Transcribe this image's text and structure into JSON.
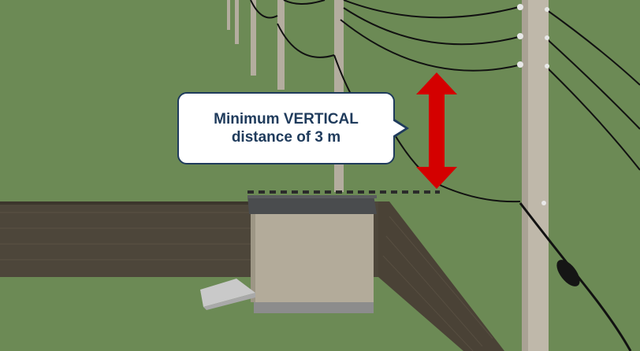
{
  "callout": {
    "line1": "Minimum VERTICAL",
    "line2": "distance of 3 m"
  },
  "colors": {
    "ground": "#6c8a55",
    "pole": "#bfb8aa",
    "fence": "#4a4236",
    "building_wall": "#b3ab9a",
    "building_roof": "#4a4c4e",
    "arrow": "#d40000",
    "callout_border": "#1f3b5c",
    "callout_text": "#1f3b5c",
    "wire": "#111111"
  },
  "icons": {
    "arrow": "double-headed-vertical-arrow",
    "insulator": "cable-insulator-icon"
  }
}
